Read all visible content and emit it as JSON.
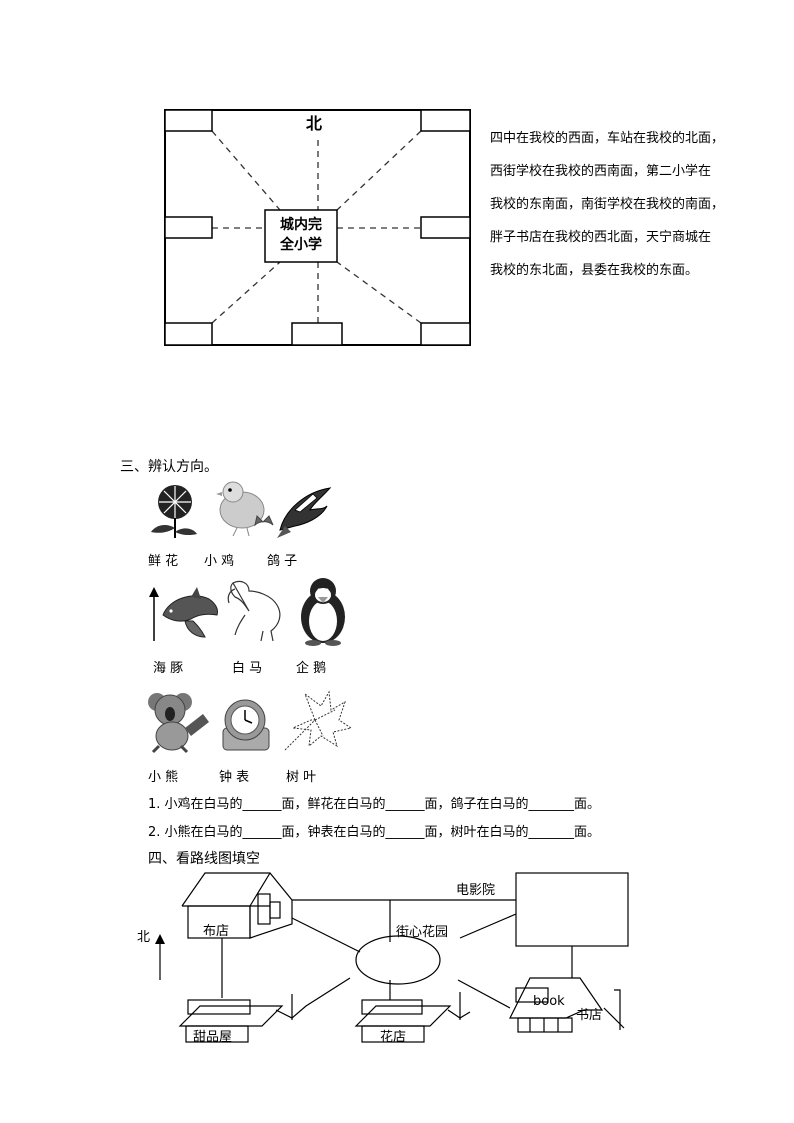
{
  "map1": {
    "north": "北",
    "center_line1": "城内完",
    "center_line2": "全小学"
  },
  "description": [
    "四中在我校的西面，车站在我校的北面，",
    "西街学校在我校的西南面，第二小学在",
    "我校的东南面，南街学校在我校的南面，",
    "胖子书店在我校的西北面，天宁商城在",
    "我校的东北面，县委在我校的东面。"
  ],
  "section3": {
    "heading": "三、辨认方向。",
    "row1_labels": [
      "鲜 花",
      "小 鸡",
      "鸽 子"
    ],
    "row2_labels": [
      "海 豚",
      "白 马",
      "企 鹅"
    ],
    "row3_labels": [
      "小 熊",
      "钟 表",
      "树 叶"
    ],
    "q1": "1. 小鸡在白马的______面，鲜花在白马的______面，鸽子在白马的_______面。",
    "q2": "2. 小熊在白马的______面，钟表在白马的______面，树叶在白马的_______面。"
  },
  "section4": {
    "heading": "四、看路线图填空",
    "north": "北",
    "cinema": "电影院",
    "garden": "街心花园",
    "cloth_store": "布店",
    "dessert_house": "甜品屋",
    "flower_shop": "花店",
    "bookstore": "书店",
    "book_sign": "book"
  }
}
